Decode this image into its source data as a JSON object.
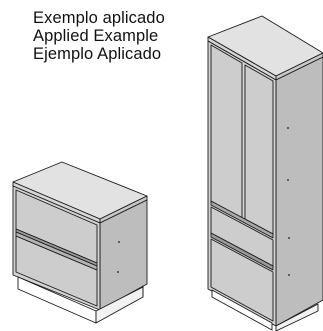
{
  "caption": {
    "lines": [
      "Exemplo aplicado",
      "Applied Example",
      "Ejemplo Aplicado"
    ]
  },
  "illustrations": [
    {
      "name": "base-cabinet-with-two-drawers",
      "drawers": 2
    },
    {
      "name": "tall-cabinet-with-two-doors-and-two-drawers",
      "doors": 2,
      "drawers": 2
    }
  ],
  "colors": {
    "outline": "#1a1a1a",
    "front": "#cfcfcf",
    "top": "#e2e2e2",
    "side": "#bdbdbd",
    "plinth": "#ffffff"
  }
}
